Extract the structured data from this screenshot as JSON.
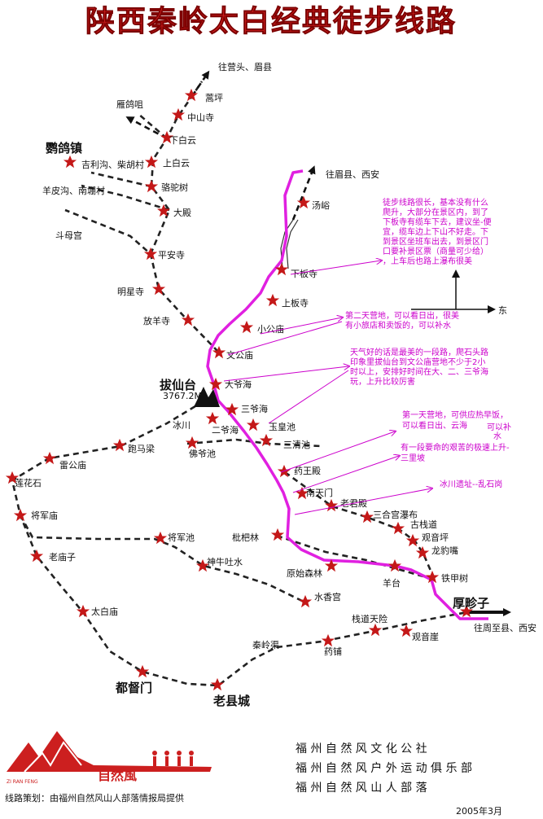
{
  "title": "陕西秦岭太白经典徒步线路",
  "colors": {
    "title": "#d42020",
    "route": "#e020e0",
    "note": "#cc00cc",
    "star": "#c41818",
    "path": "#222222"
  },
  "places": {
    "yingtou": "往营头、眉县",
    "gaoping": "蒿坪",
    "zhongshansi": "中山寺",
    "yanguzui": "雁鸽咀",
    "xiabaiyun": "下白云",
    "shangbaiyun": "上白云",
    "yingezhen": "鹦鸽镇",
    "jiligou": "吉利沟、柴胡村",
    "luotuoshu": "骆驼树",
    "yangpigou": "羊皮沟、南堋村",
    "dadian": "大殿",
    "doumugong": "斗母宫",
    "pinganssi": "平安寺",
    "mingxingsi": "明星寺",
    "fangyangsi": "放羊寺",
    "meixian_xian": "往眉县、西安",
    "tangyu": "汤峪",
    "xiabansi": "下板寺",
    "shangbansi": "上板寺",
    "xiaogongmiao": "小公庙",
    "wengongmiao": "文公庙",
    "east": "东",
    "baxiantai": "拔仙台",
    "elevation": "3767.2M",
    "dayehai": "大爷海",
    "sanyehai": "三爷海",
    "bingchuan": "冰川",
    "eryehai": "二爷海",
    "yuhuangchi": "玉皇池",
    "paomaliang": "跑马梁",
    "foyechi": "佛爷池",
    "sanqingchi": "三清池",
    "leigongmiao": "雷公庙",
    "lianhuashi": "莲花石",
    "yaowangdian": "药王殿",
    "jiangjunmiao": "将军庙",
    "nantianmen": "南天门",
    "laojundian": "老君殿",
    "sanhegong": "三合宫瀑布",
    "guzhandao": "古栈道",
    "jiangjunchi": "将军池",
    "pipalin": "枇杷林",
    "guanyinping": "观音坪",
    "laomiaozi": "老庙子",
    "shenniu": "神牛吐水",
    "longbaozui": "龙豹嘴",
    "yuanshisenlin": "原始森林",
    "tiejiacun": "铁甲树",
    "yangtai": "羊台",
    "houzhenzi": "厚畛子",
    "zhouzhi": "往周至县、西安",
    "taibaimiao": "太白庙",
    "shuixianggong": "水香宫",
    "zhandao": "栈道天险",
    "guanyinya": "观音崖",
    "qinlingqu": "秦岭渠",
    "yaopu": "药铺",
    "dudumen": "都督门",
    "laoxiancheng": "老县城"
  },
  "notes": {
    "n1": [
      "徒步线路很长，基本没有什么",
      "爬升，大部分在景区内，到了",
      "下板寺有缆车下去，建议坐-便",
      "宜，缆车边上下山不好走。下",
      "到景区坐班车出去，到景区门",
      "口要补景区票（商量可少给）",
      "，上车后也路上瀑布很美"
    ],
    "n2": [
      "第二天营地，可以看日出，很美",
      "有小旅店和卖饭的，可以补水"
    ],
    "n3": [
      "天气好的话是最美的一段路，爬石头路",
      "印象里拔仙台到文公庙营地不少于2小",
      "时以上，安排好时间在大、二、三爷海",
      "玩，上升比较厉害"
    ],
    "n4": [
      "第一天营地，可供应热早饭，",
      "可以看日出、云海"
    ],
    "n4b": [
      "可以补",
      "水"
    ],
    "n5": [
      "有一段要命的艰苦的极速上升-",
      "三里坡"
    ],
    "n6": "冰川遗址--乱石岗"
  },
  "logo": {
    "name": "自然風",
    "pinyin": "ZI RAN FENG"
  },
  "org": [
    "福 州 自 然 风 文 化 公 社",
    "福 州 自 然 风 户 外 运 动 俱 乐 部",
    "福 州 自 然 风 山 人 部 落"
  ],
  "credit": "线路策划：由福州自然风山人部落情报局提供",
  "date": "2005年3月"
}
